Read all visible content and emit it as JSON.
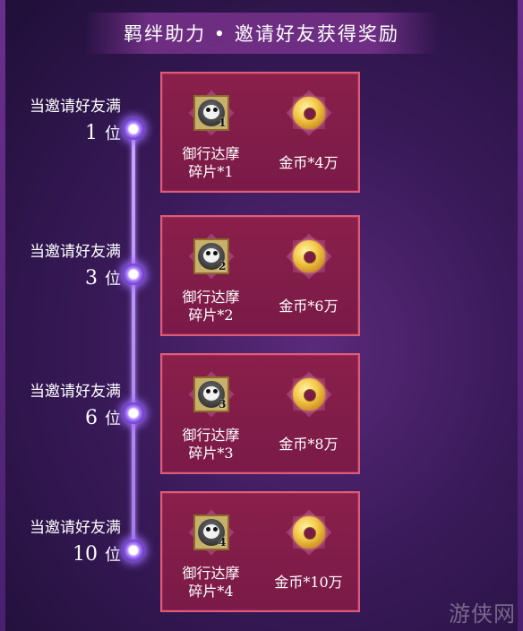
{
  "header": {
    "title": "羁绊助力 • 邀请好友获得奖励"
  },
  "tiers": [
    {
      "condition": "当邀请好友满",
      "count": "1",
      "unit": "位",
      "rewards": [
        {
          "icon": "daruma-fragment-icon",
          "badge": "1",
          "line1": "御行达摩",
          "line2": "碎片*1"
        },
        {
          "icon": "gold-coin-icon",
          "label": "金币*4万"
        }
      ]
    },
    {
      "condition": "当邀请好友满",
      "count": "3",
      "unit": "位",
      "rewards": [
        {
          "icon": "daruma-fragment-icon",
          "badge": "2",
          "line1": "御行达摩",
          "line2": "碎片*2"
        },
        {
          "icon": "gold-coin-icon",
          "label": "金币*6万"
        }
      ]
    },
    {
      "condition": "当邀请好友满",
      "count": "6",
      "unit": "位",
      "rewards": [
        {
          "icon": "daruma-fragment-icon",
          "badge": "3",
          "line1": "御行达摩",
          "line2": "碎片*3"
        },
        {
          "icon": "gold-coin-icon",
          "label": "金币*8万"
        }
      ]
    },
    {
      "condition": "当邀请好友满",
      "count": "10",
      "unit": "位",
      "rewards": [
        {
          "icon": "daruma-fragment-icon",
          "badge": "4",
          "line1": "御行达摩",
          "line2": "碎片*4"
        },
        {
          "icon": "gold-coin-icon",
          "label": "金币*10万"
        }
      ]
    }
  ],
  "watermark": "游侠网",
  "colors": {
    "card_border": "#e05a78",
    "card_bg": "#7a1a48",
    "timeline": "#b58cff",
    "background": "#3a1a5a"
  }
}
